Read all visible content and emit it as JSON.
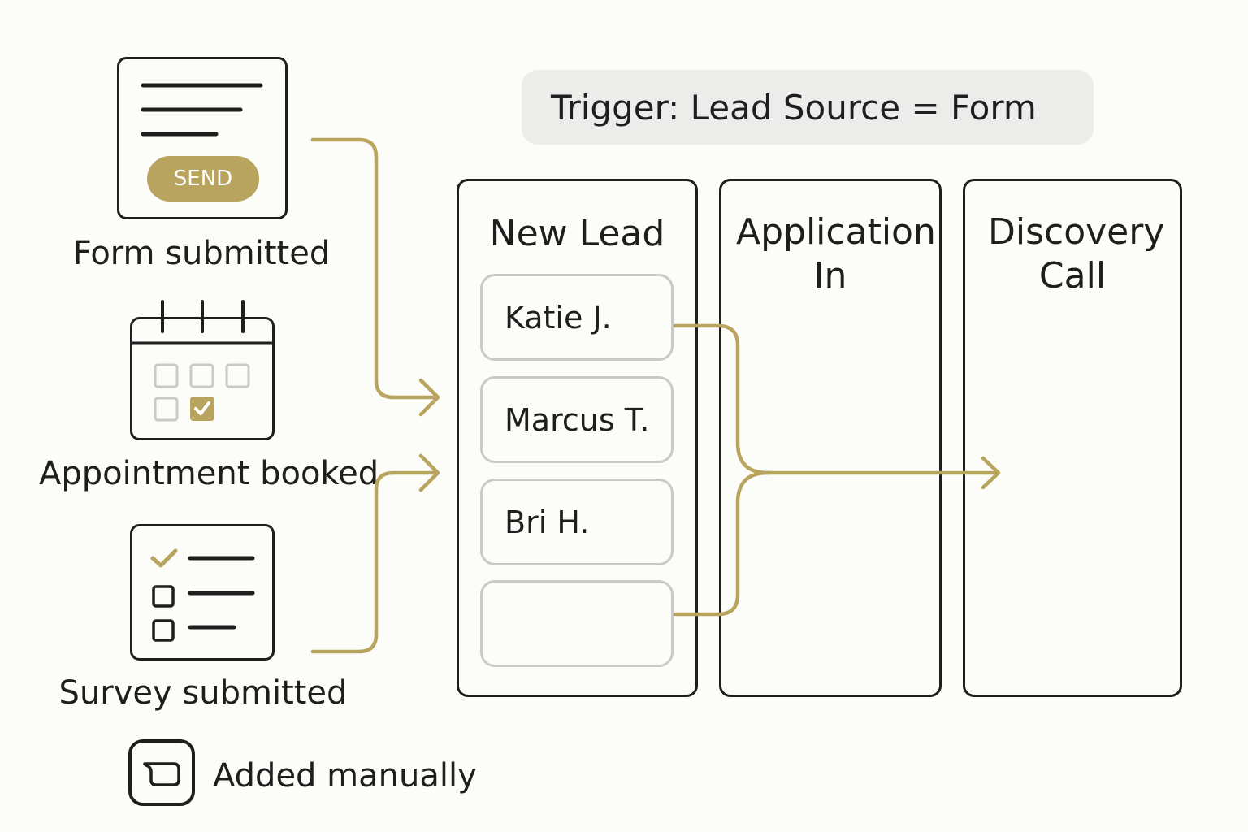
{
  "trigger": {
    "text": "Trigger: Lead Source = Form"
  },
  "sources": {
    "form": {
      "label": "Form submitted",
      "button_label": "SEND",
      "icon": "form-icon"
    },
    "appointment": {
      "label": "Appointment booked",
      "icon": "calendar-icon"
    },
    "survey": {
      "label": "Survey submitted",
      "icon": "checklist-icon"
    },
    "manual": {
      "label": "Added manually",
      "icon": "manual-add-icon"
    }
  },
  "columns": [
    {
      "title": "New Lead",
      "cards": [
        "Katie J.",
        "Marcus T.",
        "Bri H.",
        ""
      ]
    },
    {
      "title": "Application In"
    },
    {
      "title": "Discovery Call"
    }
  ],
  "colors": {
    "accent": "#b8a35f",
    "ink": "#1e1e1e",
    "card_border": "#c9c9c9",
    "trigger_bg": "#ececea",
    "background": "#fcfcf8"
  }
}
